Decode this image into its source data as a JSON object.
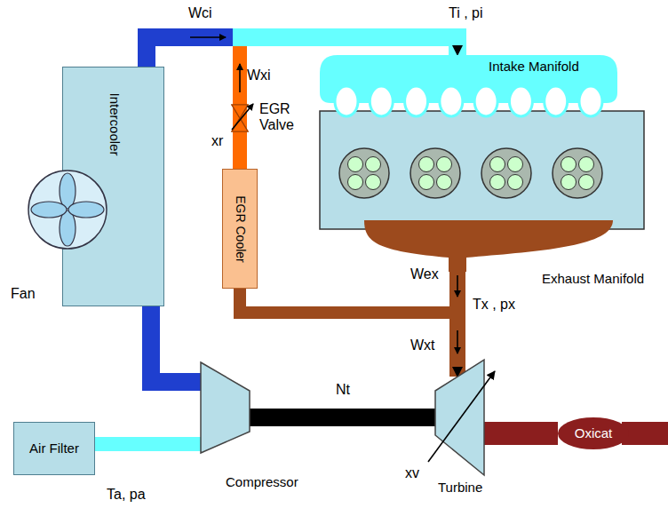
{
  "diagram": {
    "nodes": [
      {
        "text": [
          "Intake Manifold"
        ]
      },
      {
        "text": [
          "Intercooler"
        ]
      },
      {
        "text": [
          "EGR Cooler"
        ]
      },
      {
        "text": [
          "Exhaust Manifold"
        ]
      },
      {
        "text": [
          "Air Filter"
        ]
      },
      {
        "text": [
          "Compressor"
        ]
      },
      {
        "text": [
          "Turbine"
        ]
      },
      {
        "text": [
          "Oxicat"
        ]
      }
    ],
    "edges": [
      {
        "from": 4,
        "to": 5,
        "arrow": "none"
      },
      {
        "from": 5,
        "to": 1,
        "arrow": "none"
      },
      {
        "from": 1,
        "to": 0,
        "label": "Wci",
        "arrow": "to"
      },
      {
        "from": 3,
        "to": 6,
        "label": "Wxt",
        "arrow": "to"
      },
      {
        "from": 3,
        "to": 2,
        "arrow": "none"
      },
      {
        "from": 2,
        "to": 0,
        "label": "Wxi",
        "arrow": "to"
      },
      {
        "from": 5,
        "to": 6,
        "label": "Nt",
        "arrow": "none"
      },
      {
        "from": 6,
        "to": 7,
        "arrow": "none"
      }
    ],
    "labels": [
      "Ti , pi",
      "EGR Valve",
      "xr",
      "Fan",
      "Wex",
      "Tx , px",
      "xv",
      "Ta, pa"
    ]
  }
}
